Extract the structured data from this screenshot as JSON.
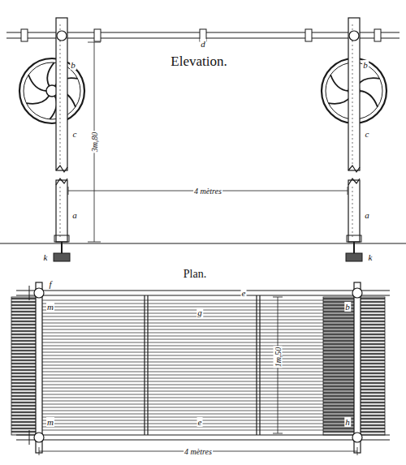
{
  "diagram": {
    "labels": [
      "Elevation.",
      "3m,80",
      "4 mètres",
      "Plan.",
      "1m,50",
      "4 mètres",
      "d",
      "b",
      "b",
      "c",
      "c",
      "a",
      "a",
      "k",
      "k",
      "f",
      "g",
      "e",
      "m",
      "m",
      "b",
      "h",
      "e"
    ]
  }
}
